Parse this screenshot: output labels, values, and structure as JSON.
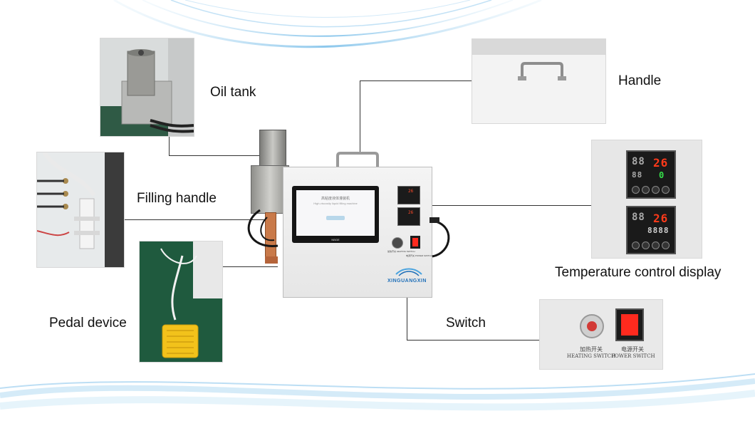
{
  "labels": {
    "oil_tank": "Oil tank",
    "handle": "Handle",
    "filling_handle": "Filling handle",
    "temperature_control_display": "Temperature control display",
    "pedal_device": "Pedal device",
    "switch": "Switch"
  },
  "machine": {
    "brand": "XINGUANGXIN",
    "screen_title": "高粘度液体灌装机",
    "screen_subtitle": "High-viscosity liquid filling machine",
    "screen_brand": "NBGE",
    "left_dial_label": "加热开关 HEATING SWITCH",
    "right_switch_label": "电源开关 POWER SWITCH"
  },
  "temp_display": {
    "unit1_left": "88",
    "unit1_pv": "26",
    "unit1_sv_left": "88",
    "unit1_sv": "0",
    "unit2_left": "88",
    "unit2_pv": "26",
    "unit2_sv": "8888"
  },
  "switch_panel": {
    "heating_cn": "加热开关",
    "heating_en": "HEATING SWITCH",
    "power_cn": "电源开关",
    "power_en": "POWER SWITCH"
  },
  "colors": {
    "accent_blue": "#4aa3df",
    "led_red": "#ff3a1a",
    "led_green": "#36e04a",
    "pedal_yellow": "#f2c21b",
    "mat_green": "#1f5a3e"
  }
}
